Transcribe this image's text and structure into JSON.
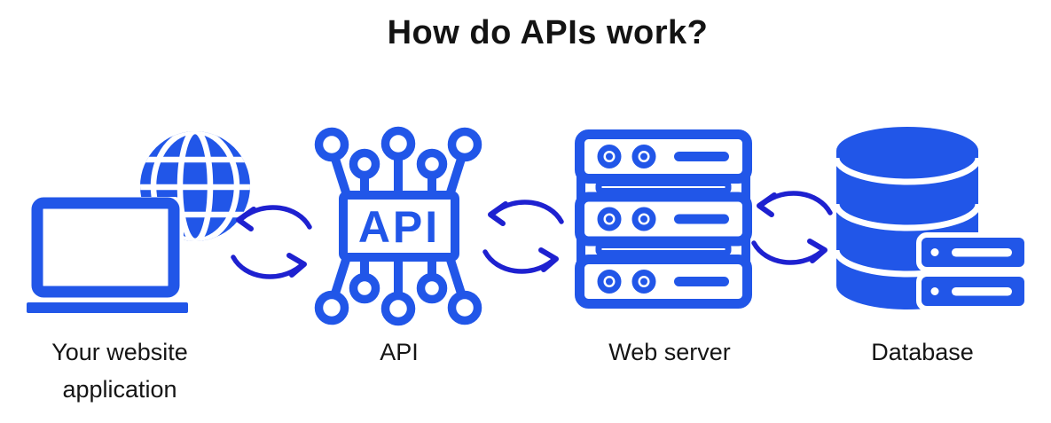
{
  "title": "How do APIs work?",
  "colors": {
    "icon_blue": "#2156e8",
    "arrow_blue": "#1e21d0",
    "text": "#141414",
    "background": "#ffffff"
  },
  "nodes": [
    {
      "id": "website-application",
      "label": "Your website application",
      "label_lines": [
        "Your website",
        "application"
      ],
      "icon": "laptop-globe-icon"
    },
    {
      "id": "api",
      "label": "API",
      "chip_text": "API",
      "icon": "api-chip-icon"
    },
    {
      "id": "web-server",
      "label": "Web server",
      "icon": "server-rack-icon"
    },
    {
      "id": "database",
      "label": "Database",
      "icon": "database-icon"
    }
  ],
  "connections": [
    {
      "from": "Your website application",
      "to": "API",
      "style": "two curved arrows forming a request/response cycle"
    },
    {
      "from": "API",
      "to": "Web server",
      "style": "two curved arrows forming a request/response cycle"
    },
    {
      "from": "Web server",
      "to": "Database",
      "style": "two curved arrows forming a request/response cycle"
    }
  ]
}
